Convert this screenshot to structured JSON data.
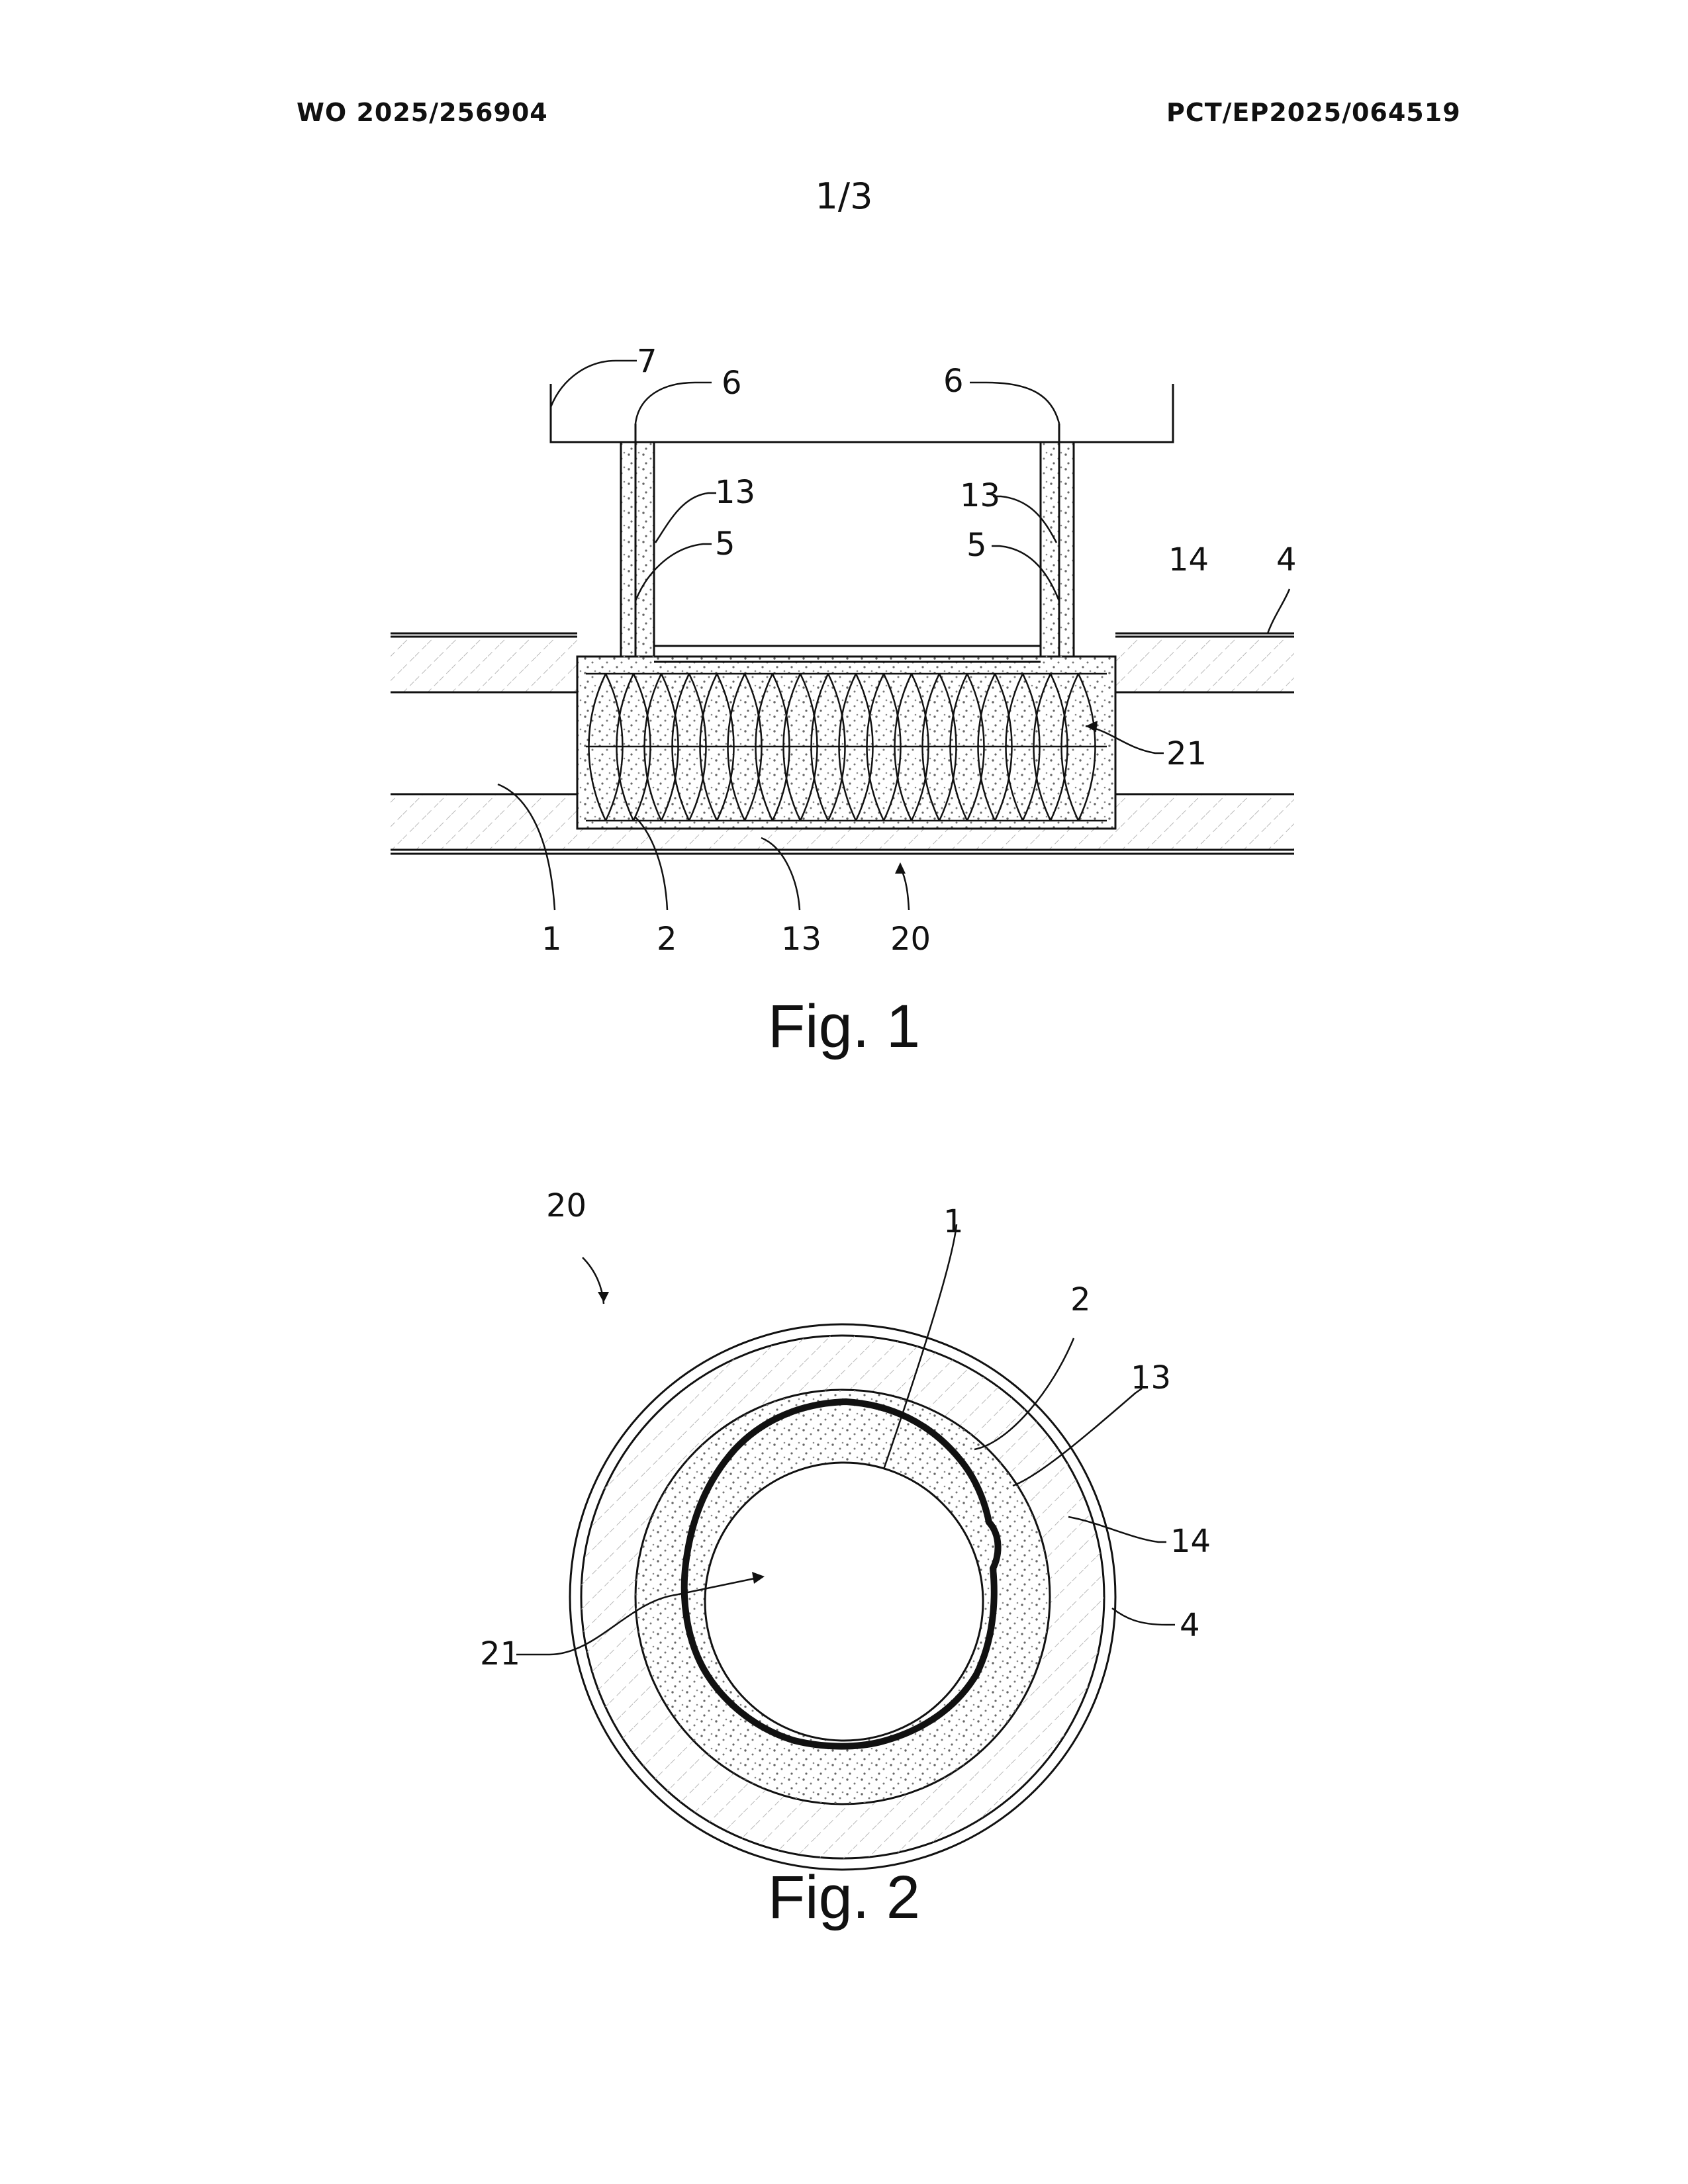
{
  "header": {
    "publication_number": "WO 2025/256904",
    "application_number": "PCT/EP2025/064519"
  },
  "page": {
    "number": "1/3"
  },
  "figures": [
    {
      "caption": "Fig. 1",
      "labels": [
        "7",
        "6",
        "6",
        "13",
        "13",
        "5",
        "5",
        "14",
        "4",
        "21",
        "1",
        "2",
        "13",
        "20"
      ]
    },
    {
      "caption": "Fig. 2",
      "labels": [
        "20",
        "1",
        "2",
        "13",
        "14",
        "4",
        "21"
      ]
    }
  ]
}
